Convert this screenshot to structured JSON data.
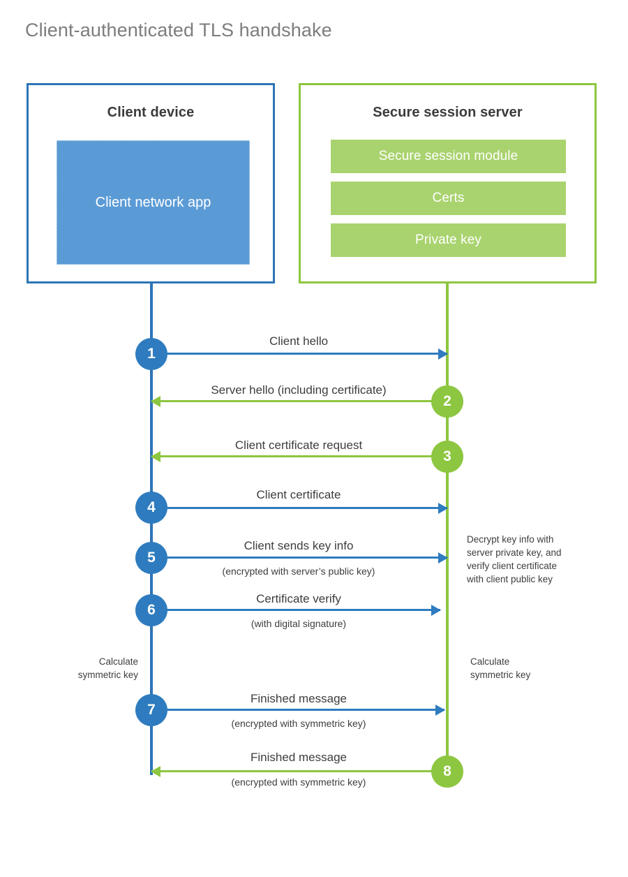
{
  "title": "Client-authenticated TLS handshake",
  "colors": {
    "client_blue": "#2E75B6",
    "client_app_fill": "#5B9BD5",
    "server_green": "#8DC640",
    "server_bar_fill": "#A9D36E",
    "arrow_blue": "#2E7CBF",
    "arrow_green": "#8DC640",
    "title_gray": "#7d7d7d",
    "text_gray": "#3d3d3d"
  },
  "client": {
    "title": "Client device",
    "app_label": "Client network app",
    "calculate_note": "Calculate\nsymmetric key",
    "calculate_note_line1": "Calculate",
    "calculate_note_line2": "symmetric key"
  },
  "server": {
    "title": "Secure session server",
    "modules": [
      {
        "label": "Secure session module"
      },
      {
        "label": "Certs"
      },
      {
        "label": "Private key"
      }
    ],
    "decrypt_note_lines": [
      "Decrypt key info with",
      "server private key, and",
      "verify client certificate",
      "with client public key"
    ],
    "calculate_note_line1": "Calculate",
    "calculate_note_line2": "symmetric key"
  },
  "steps": [
    {
      "number": "1",
      "label": "Client hello",
      "sublabel": "",
      "direction": "client-to-server",
      "color": "blue"
    },
    {
      "number": "2",
      "label": "Server hello (including certificate)",
      "sublabel": "",
      "direction": "server-to-client",
      "color": "green"
    },
    {
      "number": "3",
      "label": "Client certificate request",
      "sublabel": "",
      "direction": "server-to-client",
      "color": "green"
    },
    {
      "number": "4",
      "label": "Client certificate",
      "sublabel": "",
      "direction": "client-to-server",
      "color": "blue"
    },
    {
      "number": "5",
      "label": "Client sends key info",
      "sublabel": "(encrypted with server’s public key)",
      "direction": "client-to-server",
      "color": "blue"
    },
    {
      "number": "6",
      "label": "Certificate verify",
      "sublabel": "(with digital signature)",
      "direction": "client-to-server",
      "color": "blue"
    },
    {
      "number": "7",
      "label": "Finished message",
      "sublabel": "(encrypted with symmetric key)",
      "direction": "client-to-server",
      "color": "blue"
    },
    {
      "number": "8",
      "label": "Finished message",
      "sublabel": "(encrypted with symmetric key)",
      "direction": "server-to-client",
      "color": "green"
    }
  ]
}
